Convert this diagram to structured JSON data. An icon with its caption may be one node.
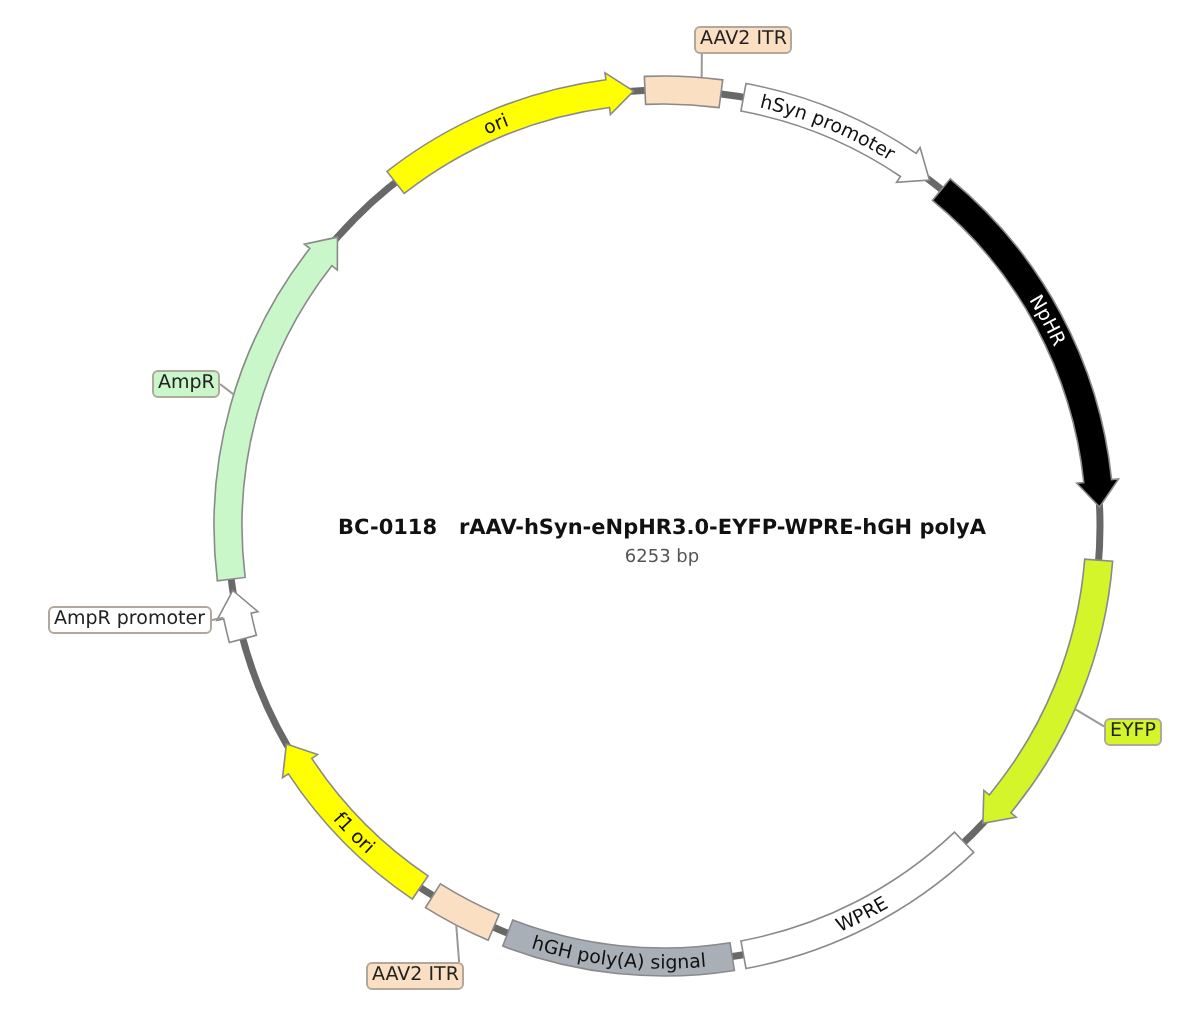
{
  "diagram": {
    "title": "BC-0118   rAAV-hSyn-eNpHR3.0-EYFP-WPRE-hGH polyA",
    "nodes": [
      {
        "text": [
          "AAV2 ITR"
        ]
      },
      {
        "text": [],
        "shape": "box"
      },
      {
        "text": [
          "hSyn promoter"
        ]
      },
      {
        "text": [
          "NpHR"
        ]
      },
      {
        "text": [],
        "shape": "arrow"
      },
      {
        "text": [
          "EYFP"
        ]
      },
      {
        "text": [
          "WPRE"
        ]
      },
      {
        "text": [
          "hGH poly(A) signal"
        ]
      },
      {
        "text": [],
        "shape": "box"
      },
      {
        "text": [
          "AAV2 ITR"
        ]
      },
      {
        "text": [
          "f1 ori"
        ]
      },
      {
        "text": [],
        "shape": "arrow"
      },
      {
        "text": [
          "AmpR promoter"
        ]
      },
      {
        "text": [],
        "shape": "arrow"
      },
      {
        "text": [
          "AmpR"
        ]
      },
      {
        "text": [
          "ori"
        ]
      }
    ],
    "edges": [
      {
        "from": 0,
        "to": 1,
        "arrow": "none"
      },
      {
        "from": 5,
        "to": 4,
        "arrow": "none"
      },
      {
        "from": 9,
        "to": 8,
        "arrow": "none"
      },
      {
        "from": 12,
        "to": 11,
        "arrow": "none"
      },
      {
        "from": 14,
        "to": 13,
        "arrow": "none"
      }
    ],
    "labels": [
      "6253 bp"
    ]
  }
}
